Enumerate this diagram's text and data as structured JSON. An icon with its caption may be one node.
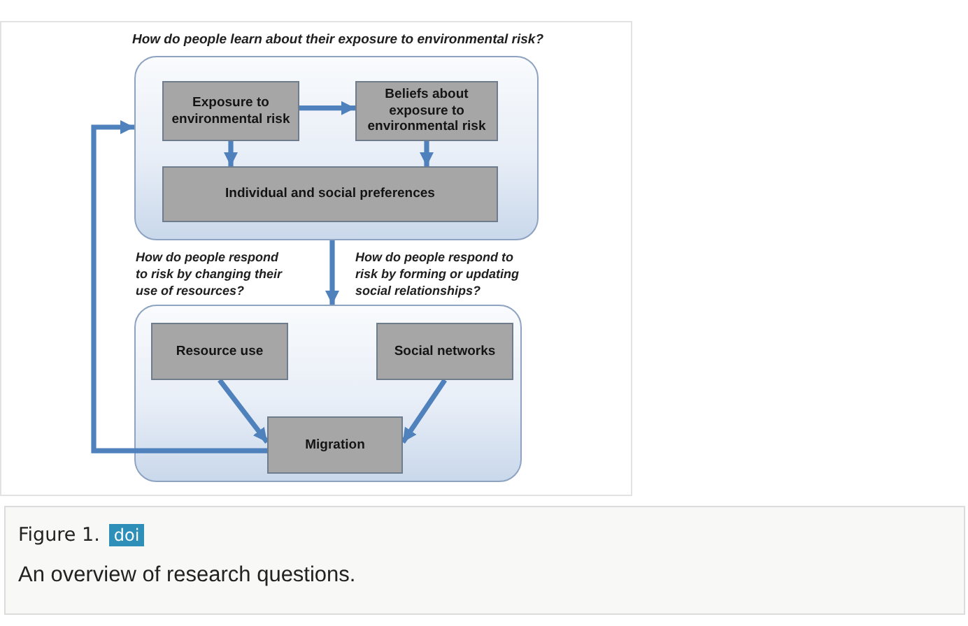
{
  "diagram": {
    "caption": "An overview of research questions.",
    "nodes": [
      {
        "text": [
          "How do people learn about their exposure to environmental risk?"
        ]
      },
      {
        "text": [
          "Exposure to environmental risk"
        ],
        "in": 0
      },
      {
        "text": [
          "Beliefs about exposure to environmental risk"
        ],
        "in": 0
      },
      {
        "text": [
          "Individual and social preferences"
        ],
        "in": 0
      },
      {
        "text": [
          "How do people respond to risk by changing their use of resources?",
          "How do people respond to risk by forming or updating social relationships?"
        ]
      },
      {
        "text": [
          "Resource use"
        ],
        "in": 4
      },
      {
        "text": [
          "Social networks"
        ],
        "in": 4
      },
      {
        "text": [
          "Migration"
        ],
        "in": 4
      }
    ],
    "edges": [
      {
        "from": 1,
        "to": 2,
        "arrow": "to"
      },
      {
        "from": 1,
        "to": 3,
        "arrow": "to"
      },
      {
        "from": 2,
        "to": 3,
        "arrow": "to"
      },
      {
        "from": 0,
        "to": 4,
        "arrow": "to"
      },
      {
        "from": 5,
        "to": 7,
        "arrow": "to"
      },
      {
        "from": 6,
        "to": 7,
        "arrow": "to"
      },
      {
        "from": 7,
        "to": 0,
        "arrow": "to"
      }
    ],
    "labels": [
      "Figure 1.",
      "doi"
    ]
  }
}
